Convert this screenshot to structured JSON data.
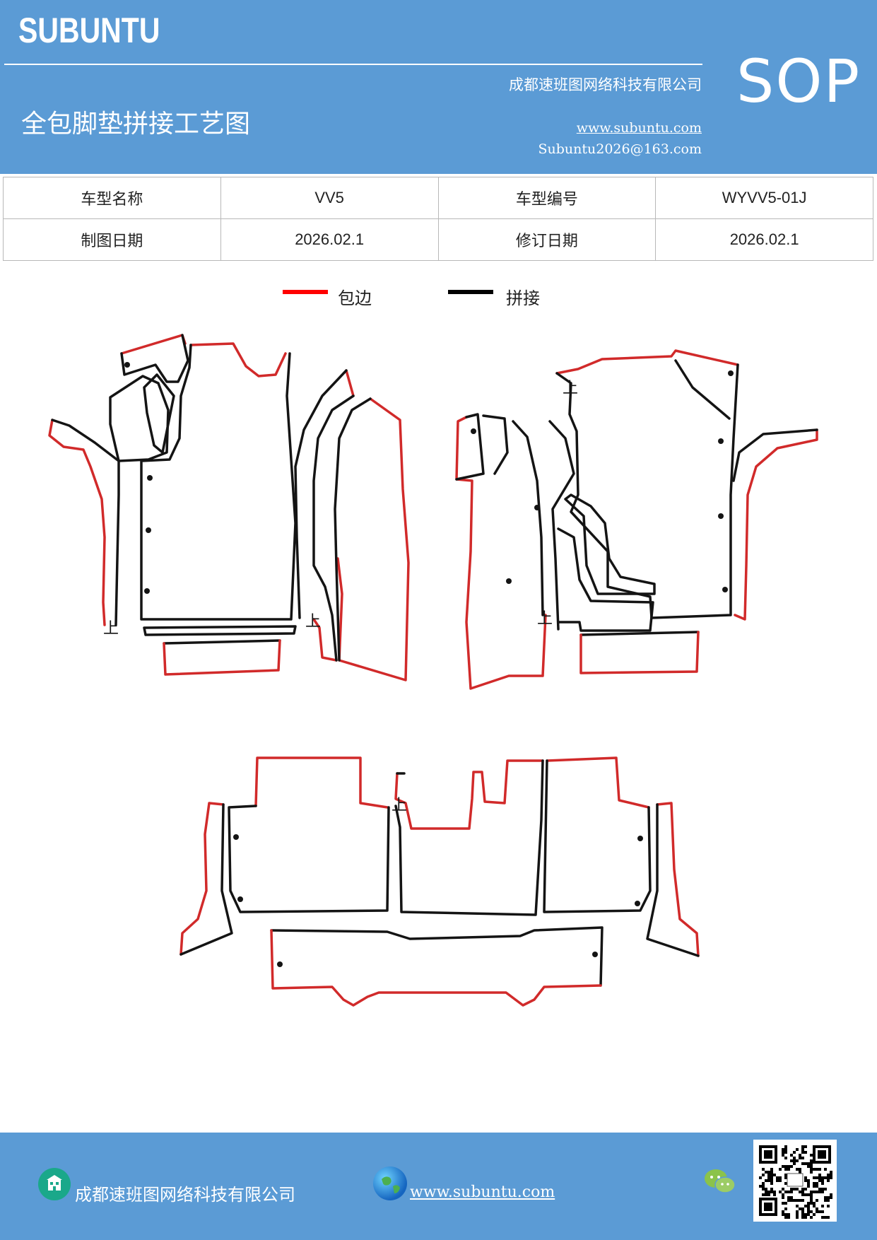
{
  "header": {
    "brand": "SUBUNTU",
    "company": "成都速班图网络科技有限公司",
    "title": "全包脚垫拼接工艺图",
    "website": "www.subuntu.com",
    "email": "Subuntu2026@163.com",
    "badge": "SOP"
  },
  "info_table": {
    "rows": [
      [
        "车型名称",
        "VV5",
        "车型编号",
        "WYVV5-01J"
      ],
      [
        "制图日期",
        "2026.02.1",
        "修订日期",
        "2026.02.1"
      ]
    ]
  },
  "legend": {
    "items": [
      {
        "label": "包边",
        "color": "#ff0000"
      },
      {
        "label": "拼接",
        "color": "#000000"
      }
    ]
  },
  "drawing": {
    "edge_color": "#d12a2a",
    "seam_color": "#141414",
    "arrow_mark": "上"
  },
  "footer": {
    "company": "成都速班图网络科技有限公司",
    "website": "www.subuntu.com"
  },
  "icons": [
    "building-icon",
    "globe-icon",
    "wechat-icon",
    "qr-code-icon"
  ]
}
